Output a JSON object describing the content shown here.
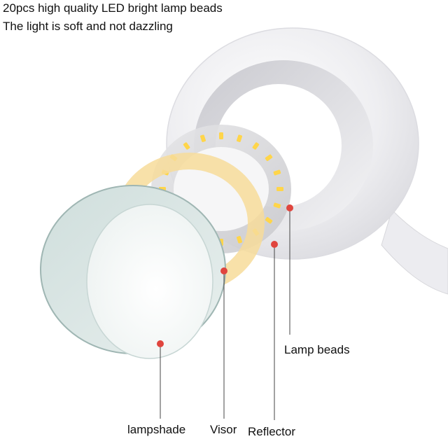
{
  "headline": {
    "line1": "20pcs high quality LED bright lamp beads",
    "line2": "The light is soft and not dazzling"
  },
  "callouts": {
    "lampshade": "lampshade",
    "visor": "Visor",
    "reflector": "Reflector",
    "lamp_beads": "Lamp beads"
  },
  "colors": {
    "marker": "#e0453e",
    "leader_line": "#444444",
    "visor_ring": "#f7dc9a",
    "lamp_body": "#f2f2f4",
    "shade": "#d6e2e0",
    "bead": "#ffd54a"
  },
  "bead_count": 20
}
